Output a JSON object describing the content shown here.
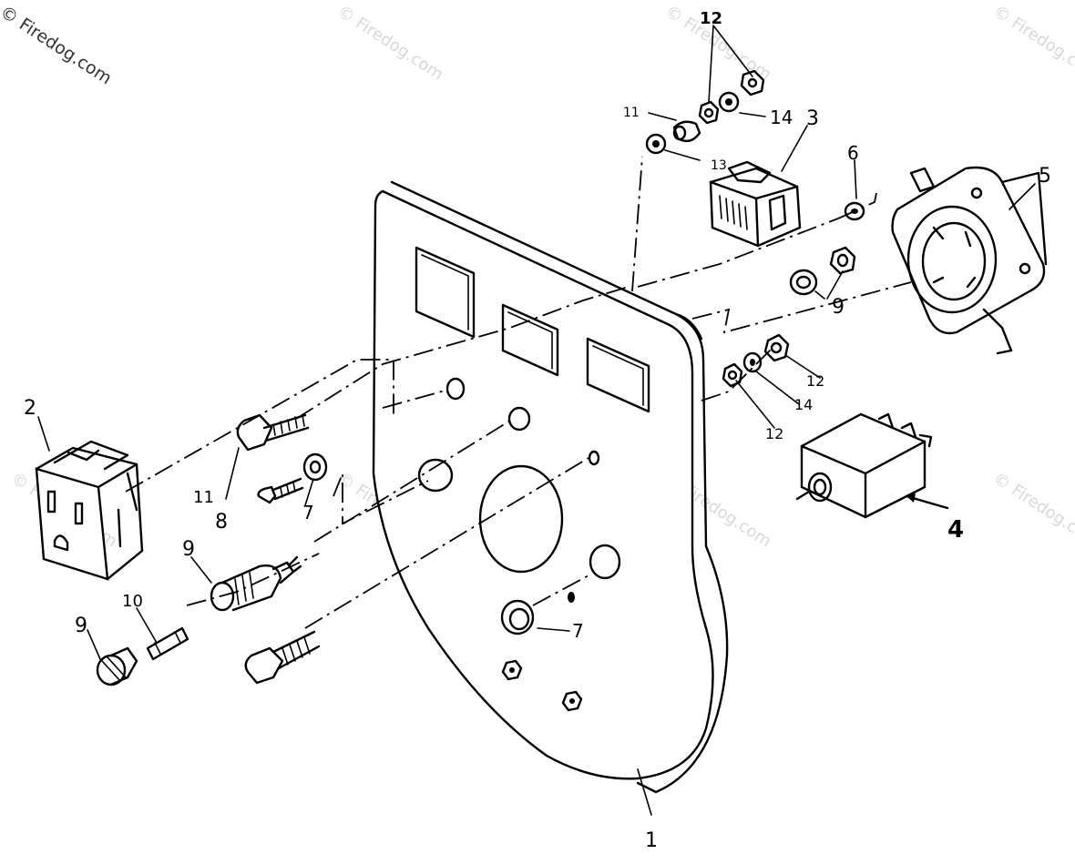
{
  "watermark": {
    "main": "© Firedog.com",
    "faint": "© Firedog.com"
  },
  "callouts": {
    "c1": "1",
    "c2": "2",
    "c3": "3",
    "c4": "4",
    "c5": "5",
    "c6": "6",
    "c7a": "7",
    "c7b": "7",
    "c8": "8",
    "c9a": "9",
    "c9b": "9",
    "c9c": "9",
    "c10": "10",
    "c11a": "11",
    "c11b": "11",
    "c12a": "12",
    "c12b": "12",
    "c12c": "12",
    "c13": "13",
    "c14a": "14",
    "c14b": "14"
  }
}
